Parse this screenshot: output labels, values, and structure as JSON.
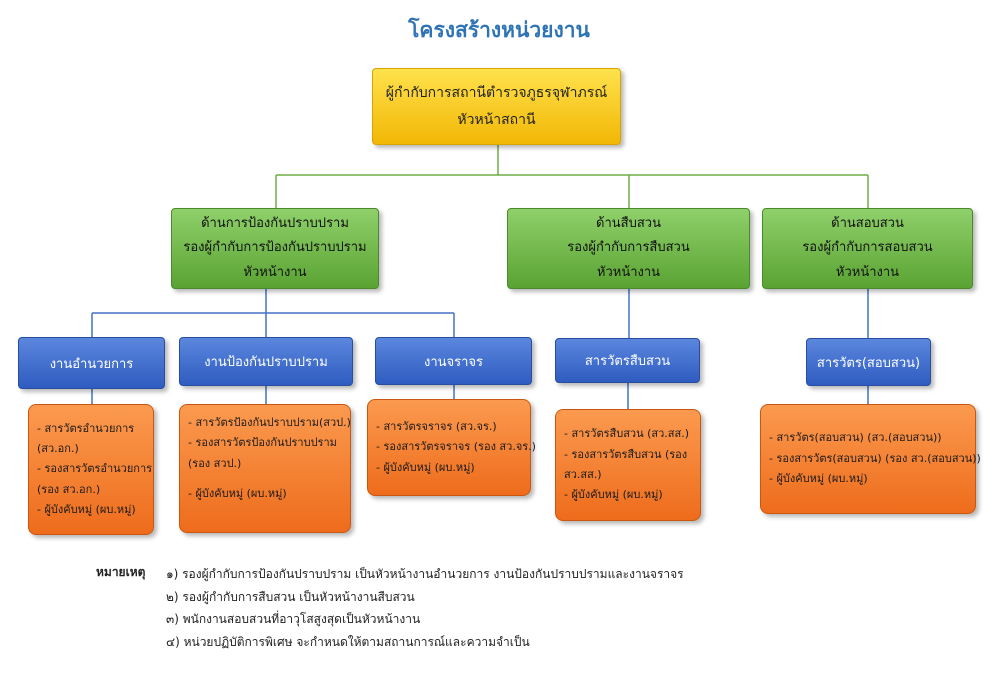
{
  "title": "โครงสร้างหน่วยงาน",
  "top": {
    "line1": "ผู้กำกับการสถานีตำรวจภูธรจุฬาภรณ์",
    "line2": "หัวหน้าสถานี"
  },
  "divisions": [
    {
      "lines": [
        "ด้านการป้องกันปราบปราม",
        "รองผู้กำกับการป้องกันปราบปราม",
        "หัวหน้างาน"
      ]
    },
    {
      "lines": [
        "ด้านสืบสวน",
        "รองผู้กำกับการสืบสวน",
        "หัวหน้างาน"
      ]
    },
    {
      "lines": [
        "ด้านสอบสวน",
        "รองผู้กำกับการสอบสวน",
        "หัวหน้างาน"
      ]
    }
  ],
  "units": [
    {
      "label": "งานอำนวยการ"
    },
    {
      "label": "งานป้องกันปราบปราม"
    },
    {
      "label": "งานจราจร"
    },
    {
      "label": "สารวัตรสืบสวน"
    },
    {
      "label": "สารวัตร(สอบสวน)"
    }
  ],
  "staff": [
    {
      "lines": [
        "- สารวัตรอำนวยการ",
        "(สว.อก.)",
        "- รองสารวัตรอำนวยการ",
        "(รอง สว.อก.)",
        "- ผู้บังคับหมู่ (ผบ.หมู่)"
      ]
    },
    {
      "lines": [
        "- สารวัตรป้องกันปราบปราม(สวป.)",
        "- รองสารวัตรป้องกันปราบปราม",
        "(รอง สวป.)",
        "- ผู้บังคับหมู่ (ผบ.หมู่)"
      ]
    },
    {
      "lines": [
        "- สารวัตรจราจร (สว.จร.)",
        "- รองสารวัตรจราจร (รอง สว.จร.)",
        "- ผู้บังคับหมู่ (ผบ.หมู่)"
      ]
    },
    {
      "lines": [
        "- สารวัตรสืบสวน (สว.สส.)",
        "- รองสารวัตรสืบสวน (รอง",
        "สว.สส.)",
        "- ผู้บังคับหมู่ (ผบ.หมู่)"
      ]
    },
    {
      "lines": [
        "- สารวัตร(สอบสวน) (สว.(สอบสวน))",
        "- รองสารวัตร(สอบสวน) (รอง สว.(สอบสวน))",
        "- ผู้บังคับหมู่ (ผบ.หมู่)"
      ]
    }
  ],
  "notes": {
    "label": "หมายเหตุ",
    "items": [
      "๑) รองผู้กำกับการป้องกันปราบปราม เป็นหัวหน้างานอำนวยการ งานป้องกันปราบปรามและงานจราจร",
      "๒) รองผู้กำกับการสืบสวน เป็นหัวหน้างานสืบสวน",
      "๓) พนักงานสอบสวนที่อาวุโสสูงสุดเป็นหัวหน้างาน",
      "๔) หน่วยปฏิบัติการพิเศษ จะกำหนดให้ตามสถานการณ์และความจำเป็น"
    ]
  },
  "colors": {
    "title": "#2e74b5",
    "top_box": "#f5c518",
    "division_box": "#6ab04c",
    "unit_box": "#3a66cc",
    "staff_box": "#f47c2c",
    "connector_green": "#70ad47",
    "connector_blue": "#4472c4"
  }
}
